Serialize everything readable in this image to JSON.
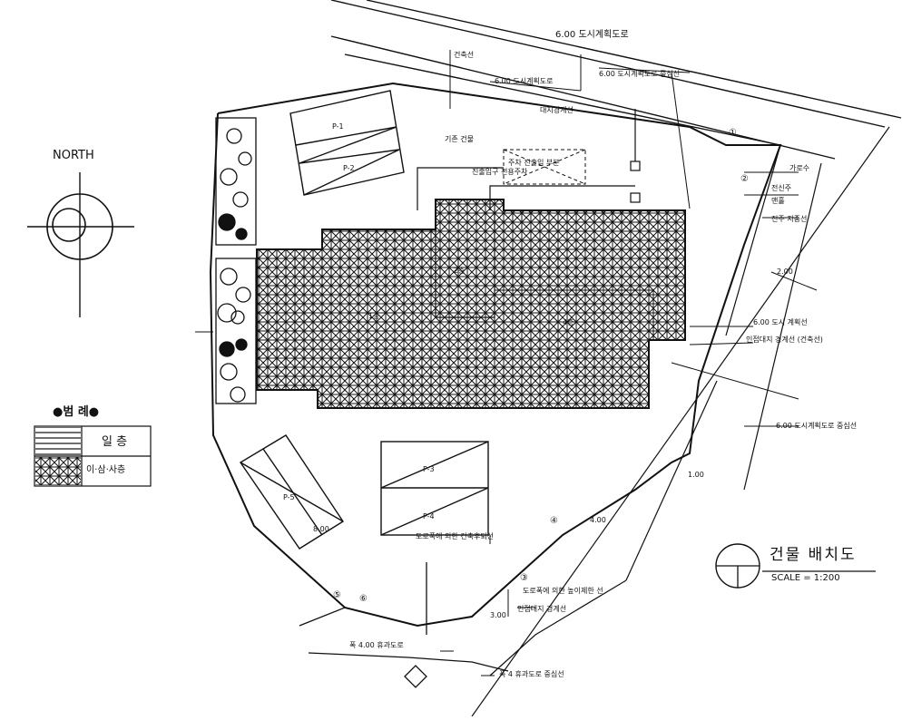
{
  "north": {
    "label": "NORTH"
  },
  "legend": {
    "title": "●범 례●",
    "items": [
      {
        "label": "일 층"
      },
      {
        "label": "이·삼·사층"
      }
    ]
  },
  "title_block": {
    "title": "건물 배치도",
    "scale": "SCALE = 1:200"
  },
  "annotations": {
    "road_top": "6.00 도시계획도로",
    "setback_top": "건축선",
    "road_center_top": "6.00 도시계획도로 중심선",
    "road_label_2": "6.00 도시계획도로",
    "boundary_line_top": "대지경계선",
    "existing_building": "기존 건물",
    "parking_note": "진출입구 전용주차",
    "dotted_note": "주차 진출입 부분",
    "label_1": "가로수",
    "label_2": "전신주",
    "label_3": "맨홀",
    "label_4": "전주 지중선",
    "right_road_center": "6.00 도시계획도로 중심선",
    "right_boundary": "6.00 도시 계획선",
    "right_boundary_2": "인접대지 경계선 (건축선)",
    "bottom_line_1": "도로폭에 의한 건축후퇴선",
    "bottom_line_2": "도로폭에 의한 높이제한 선",
    "bottom_line_3": "인접대지 경계선",
    "bottom_road": "폭 4.00 휴과도로",
    "bottom_road_center": "폭 4 휴과도로 중심선",
    "lot_dim_1": "2.00",
    "lot_dim_2": "8.00",
    "lot_dim_3": "3.00",
    "lot_dim_4": "4.00",
    "lot_dim_5": "1.00",
    "park_label_1": "P-1",
    "park_label_2": "P-2",
    "park_label_3": "P-3",
    "park_label_4": "P-4",
    "park_label_5": "P-5",
    "bldg_label_1": "1층",
    "bldg_label_2": "2층",
    "bldg_label_3": "4층",
    "circle_1": "①",
    "circle_2": "②",
    "circle_3": "③",
    "circle_4": "④",
    "circle_5": "⑤",
    "circle_6": "⑥"
  }
}
